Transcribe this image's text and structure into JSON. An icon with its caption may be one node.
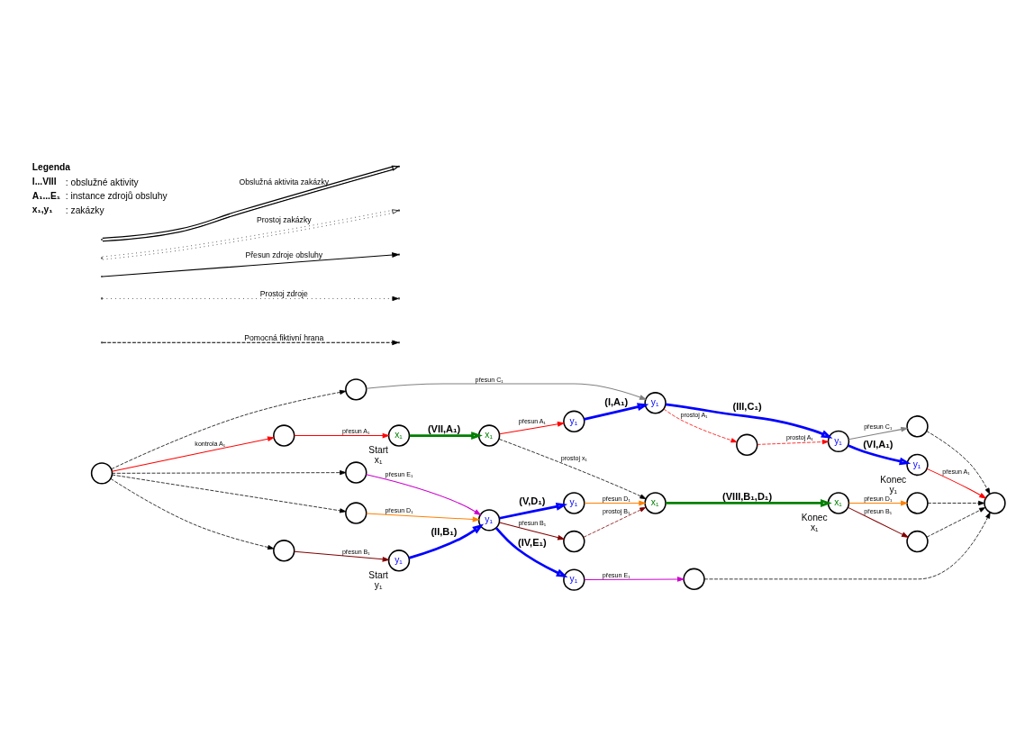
{
  "diagram": {
    "nodes": [
      {
        "text": [],
        "shape": "circle"
      },
      {
        "text": [],
        "shape": "circle"
      },
      {
        "text": [
          "x₁"
        ],
        "beside": [
          "Start",
          "x₁"
        ]
      },
      {
        "text": [
          "x₁"
        ]
      },
      {
        "text": [
          "y₁"
        ]
      },
      {
        "text": [],
        "shape": "circle"
      },
      {
        "text": [
          "y₁"
        ]
      },
      {
        "text": [],
        "shape": "circle"
      },
      {
        "text": [
          "y₁"
        ]
      },
      {
        "text": [
          "y₁"
        ],
        "beside": [
          "Konec",
          "y₁"
        ]
      },
      {
        "text": [],
        "shape": "circle"
      },
      {
        "text": [],
        "shape": "circle"
      },
      {
        "text": [
          "y₁"
        ],
        "beside": [
          "Start",
          "y₁"
        ]
      },
      {
        "text": [],
        "shape": "circle"
      },
      {
        "text": [],
        "shape": "circle"
      },
      {
        "text": [
          "y₁"
        ]
      },
      {
        "text": [
          "y₁"
        ]
      },
      {
        "text": [],
        "shape": "circle"
      },
      {
        "text": [
          "y₁"
        ]
      },
      {
        "text": [],
        "shape": "circle"
      },
      {
        "text": [
          "x₁"
        ]
      },
      {
        "text": [
          "x₁"
        ],
        "beside": [
          "Konec",
          "x₁"
        ]
      },
      {
        "text": [],
        "shape": "circle"
      },
      {
        "text": [],
        "shape": "circle"
      },
      {
        "text": [],
        "shape": "circle"
      }
    ],
    "edges": [
      {
        "from": 0,
        "to": 1,
        "arrow": "to",
        "label": "kontrola A₁",
        "color": "#ff0000"
      },
      {
        "from": 1,
        "to": 2,
        "arrow": "to",
        "label": "přesun A₁",
        "color": "#ff0000"
      },
      {
        "from": 2,
        "to": 3,
        "arrow": "to",
        "label": "(VII,A₁)",
        "style": "thick",
        "color": "#008000"
      },
      {
        "from": 3,
        "to": 20,
        "arrow": "to",
        "label": "prostoj x₁",
        "style": "dashed"
      },
      {
        "from": 3,
        "to": 4,
        "arrow": "to",
        "label": "přesun A₁",
        "color": "#ff0000"
      },
      {
        "from": 4,
        "to": 6,
        "arrow": "to",
        "label": "(I,A₁)",
        "style": "thick",
        "color": "#0000ff"
      },
      {
        "from": 0,
        "to": 5,
        "arrow": "to",
        "style": "dashed"
      },
      {
        "from": 5,
        "to": 6,
        "arrow": "to",
        "label": "přesun C₁",
        "color": "#808080"
      },
      {
        "from": 6,
        "to": 7,
        "arrow": "to",
        "label": "prostoj A₁",
        "style": "dashed",
        "color": "#ff0000"
      },
      {
        "from": 7,
        "to": 8,
        "arrow": "to",
        "label": "prostoj A₁",
        "style": "dashed",
        "color": "#ff0000"
      },
      {
        "from": 6,
        "to": 8,
        "arrow": "to",
        "label": "(III,C₁)",
        "style": "thick",
        "color": "#0000ff"
      },
      {
        "from": 8,
        "to": 9,
        "arrow": "to",
        "label": "(VI,A₁)",
        "style": "thick",
        "color": "#0000ff"
      },
      {
        "from": 8,
        "to": 10,
        "arrow": "to",
        "label": "přesun C₁",
        "color": "#808080"
      },
      {
        "from": 9,
        "to": 24,
        "arrow": "to",
        "label": "přesun A₁",
        "color": "#ff0000"
      },
      {
        "from": 10,
        "to": 24,
        "arrow": "to",
        "style": "dashed"
      },
      {
        "from": 0,
        "to": 11,
        "arrow": "to",
        "style": "dashed"
      },
      {
        "from": 11,
        "to": 12,
        "arrow": "to",
        "label": "přesun B₁",
        "color": "#800000"
      },
      {
        "from": 12,
        "to": 15,
        "arrow": "to",
        "label": "(II,B₁)",
        "style": "thick",
        "color": "#0000ff"
      },
      {
        "from": 0,
        "to": 13,
        "arrow": "to",
        "style": "dashed"
      },
      {
        "from": 13,
        "to": 15,
        "arrow": "to",
        "label": "přesun E₁",
        "color": "#cc00cc"
      },
      {
        "from": 0,
        "to": 14,
        "arrow": "to",
        "style": "dashed"
      },
      {
        "from": 14,
        "to": 15,
        "arrow": "to",
        "label": "přesun D₁",
        "color": "#ff8000"
      },
      {
        "from": 15,
        "to": 16,
        "arrow": "to",
        "label": "(IV,E₁)",
        "style": "thick",
        "color": "#0000ff"
      },
      {
        "from": 15,
        "to": 18,
        "arrow": "to",
        "label": "(V,D₁)",
        "style": "thick",
        "color": "#0000ff"
      },
      {
        "from": 15,
        "to": 19,
        "arrow": "to",
        "label": "přesun B₁",
        "color": "#800000"
      },
      {
        "from": 16,
        "to": 17,
        "arrow": "to",
        "label": "přesun E₁",
        "color": "#cc00cc"
      },
      {
        "from": 17,
        "to": 24,
        "arrow": "to",
        "style": "dashed"
      },
      {
        "from": 18,
        "to": 20,
        "arrow": "to",
        "label": "přesun D₁",
        "color": "#ff8000"
      },
      {
        "from": 19,
        "to": 20,
        "arrow": "to",
        "label": "prostoj B₁",
        "style": "dashed",
        "color": "#800000"
      },
      {
        "from": 20,
        "to": 21,
        "arrow": "to",
        "label": "(VIII,B₁,D₁)",
        "style": "thick",
        "color": "#008000"
      },
      {
        "from": 21,
        "to": 22,
        "arrow": "to",
        "label": "přesun B₁",
        "color": "#800000"
      },
      {
        "from": 21,
        "to": 23,
        "arrow": "to",
        "label": "přesun D₁",
        "color": "#ff8000"
      },
      {
        "from": 22,
        "to": 24,
        "arrow": "to",
        "style": "dashed"
      },
      {
        "from": 23,
        "to": 24,
        "arrow": "to",
        "style": "dashed"
      }
    ],
    "labels": [
      "Legenda",
      "I...VIII",
      ": obslužné aktivity",
      "A₁...E₁",
      ": instance zdrojů obsluhy",
      "x₁,y₁",
      ": zakázky"
    ],
    "legend": [
      {
        "text": "Obslužná aktivita zakázky"
      },
      {
        "text": "Prostoj zakázky"
      },
      {
        "text": "Přesun zdroje obsluhy"
      },
      {
        "text": "Prostoj zdroje"
      },
      {
        "text": "Pomocná fiktivní hrana"
      }
    ]
  }
}
